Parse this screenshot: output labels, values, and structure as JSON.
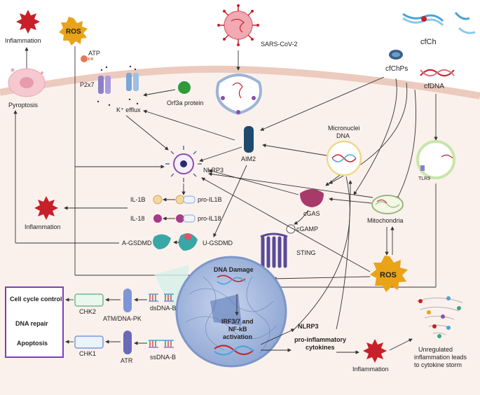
{
  "labels": {
    "inflammation_top": "Inflammation",
    "ros_top": "ROS",
    "atp": "ATP",
    "sars": "SARS-CoV-2",
    "cfch": "cfCh",
    "cfchps": "cfChPs",
    "cfdna": "cfDNA",
    "p2x7": "P2x7",
    "pyroptosis": "Pyroptosis",
    "k_efflux": "K⁺ efflux",
    "orf3a": "Orf3a protein",
    "aim2": "AIM2",
    "micronuclei": [
      "Micronuclei",
      "DNA"
    ],
    "tlr9": "TLR9",
    "nlrp3": "NLRP3",
    "il1b": "IL-1B",
    "pro_il1b": "pro-IL1B",
    "il18": "IL-18",
    "pro_il18": "pro-IL18",
    "inflammation_mid": "Inflammation",
    "cgas": "cGAS",
    "mitochondria": "Mitochondria",
    "cgamp": "cGAMP",
    "sting": "STING",
    "a_gsdmd": "A-GSDMD",
    "u_gsdmd": "U-GSDMD",
    "dna_damage": "DNA Damage",
    "ros_bottom": "ROS",
    "outcomes": [
      "Cell cycle control",
      "DNA repair",
      "Apoptosis"
    ],
    "chk2": "CHK2",
    "atm": "ATM/DNA-PK",
    "dsdna": "dsDNA-B",
    "chk1": "CHK1",
    "atr": "ATR",
    "ssdna": "ssDNA-B",
    "irf": [
      "IRF3/7 and",
      "NF-kB",
      "activation"
    ],
    "nlrp3_bottom": "NLRP3",
    "cytokines": [
      "pro-inflammatory",
      "cytokines"
    ],
    "inflammation_bottom": "Inflammation",
    "storm": [
      "Unregulated",
      "inflammation leads",
      "to cytokine storm"
    ]
  },
  "colors": {
    "membrane": "#f3d9d0",
    "cytoplasm": "#fbf1ec",
    "nucleus": "#9bb3d9",
    "ros": "#e8a317",
    "burst": "#c8202a",
    "outcome_border": "#7b3fb8"
  }
}
